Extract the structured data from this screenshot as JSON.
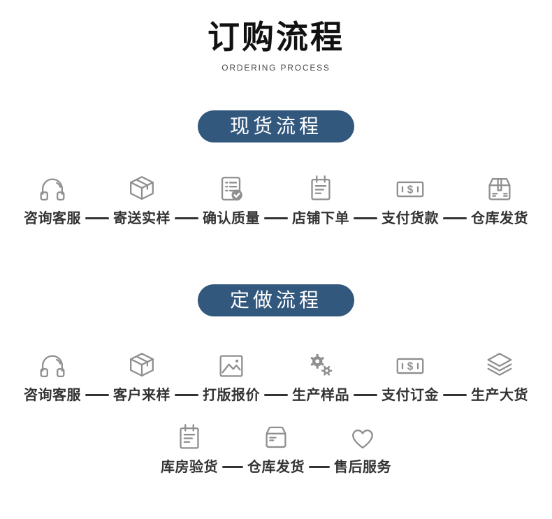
{
  "header": {
    "title": "订购流程",
    "subtitle": "ORDERING PROCESS"
  },
  "colors": {
    "banner_bg": "#33587e",
    "banner_text": "#ffffff",
    "icon_gray": "#8f8f8f",
    "label_text": "#333333",
    "connector": "#333333"
  },
  "flows": [
    {
      "banner": "现货流程",
      "rows": [
        [
          {
            "label": "咨询客服",
            "icon": "headset-icon"
          },
          {
            "label": "寄送实样",
            "icon": "package-icon"
          },
          {
            "label": "确认质量",
            "icon": "checklist-icon"
          },
          {
            "label": "店铺下单",
            "icon": "notepad-icon"
          },
          {
            "label": "支付货款",
            "icon": "banknote-icon"
          },
          {
            "label": "仓库发货",
            "icon": "shipping-carton-icon"
          }
        ]
      ]
    },
    {
      "banner": "定做流程",
      "rows": [
        [
          {
            "label": "咨询客服",
            "icon": "headset-icon"
          },
          {
            "label": "客户来样",
            "icon": "package-icon"
          },
          {
            "label": "打版报价",
            "icon": "picture-icon"
          },
          {
            "label": "生产样品",
            "icon": "gears-icon"
          },
          {
            "label": "支付订金",
            "icon": "banknote-icon"
          },
          {
            "label": "生产大货",
            "icon": "layers-icon"
          }
        ],
        [
          {
            "label": "库房验货",
            "icon": "notepad-icon"
          },
          {
            "label": "仓库发货",
            "icon": "parcel-icon"
          },
          {
            "label": "售后服务",
            "icon": "heart-icon"
          }
        ]
      ]
    }
  ]
}
